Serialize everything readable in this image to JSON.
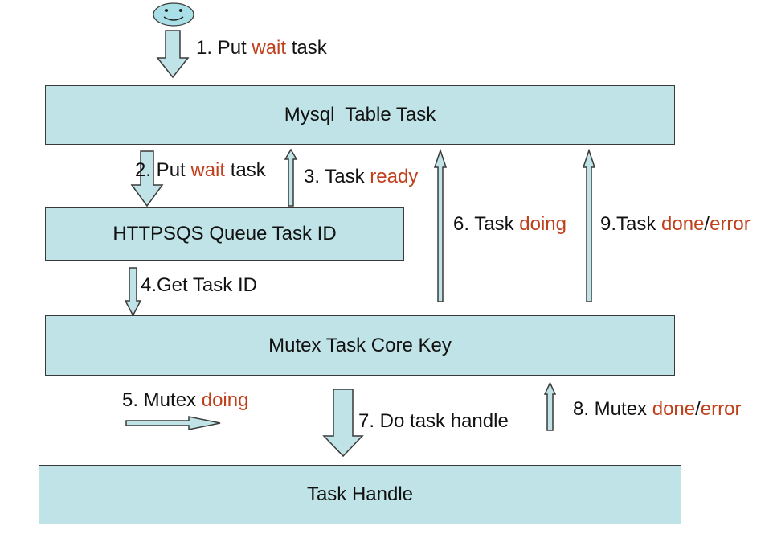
{
  "colors": {
    "box_fill": "#bfe3e6",
    "box_border": "#3a3a3a",
    "arrow_fill": "#bfe3e6",
    "arrow_stroke": "#3a3a3a",
    "highlight_text": "#c0401c",
    "face_fill": "#a9dfe6"
  },
  "boxes": {
    "mysql": "Mysql  Table Task",
    "httpsqs": "HTTPSQS Queue Task ID",
    "mutex": "Mutex Task Core Key",
    "handle": "Task Handle"
  },
  "steps": {
    "s1": {
      "a": "1. Put ",
      "b": "wait",
      "c": " task"
    },
    "s2": {
      "a": "2. Put ",
      "b": "wait",
      "c": " task"
    },
    "s3": {
      "a": "3. Task ",
      "b": "ready"
    },
    "s4": {
      "a": "4.Get Task ID"
    },
    "s5": {
      "a": "5. Mutex ",
      "b": "doing"
    },
    "s6": {
      "a": "6. Task ",
      "b": "doing"
    },
    "s7": {
      "a": "7. Do task handle"
    },
    "s8": {
      "a": "8. Mutex ",
      "b": "done",
      "c": "/",
      "d": "error"
    },
    "s9": {
      "a": "9.Task ",
      "b": "done",
      "c": "/",
      "d": "error"
    }
  },
  "icons": {
    "user": "smiley-face-icon"
  }
}
